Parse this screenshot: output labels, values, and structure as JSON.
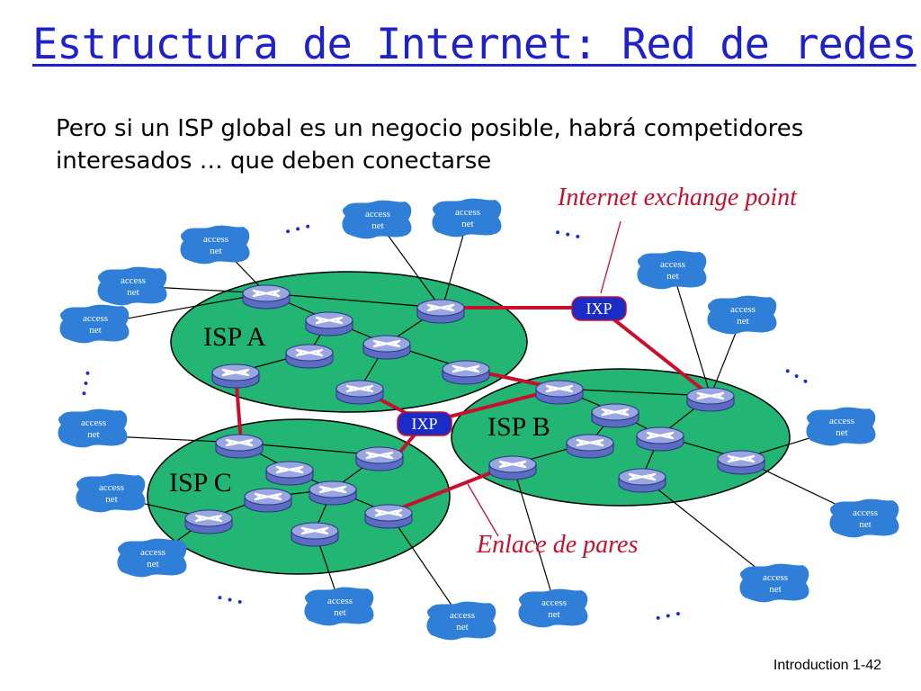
{
  "slide": {
    "title": "Estructura de Internet: Red de redes",
    "subtitle": "Pero si un ISP global es un negocio posible, habrá competidores interesados … que deben conectarse",
    "footer": "Introduction 1-42"
  },
  "diagram": {
    "isps": [
      {
        "id": "A",
        "label": "ISP A"
      },
      {
        "id": "B",
        "label": "ISP B"
      },
      {
        "id": "C",
        "label": "ISP C"
      }
    ],
    "ixp_label": "IXP",
    "access_net": {
      "line1": "access",
      "line2": "net"
    },
    "ellipsis": "…",
    "annotations": {
      "ixp": "Internet exchange point",
      "peering": "Enlace de pares"
    },
    "colors": {
      "isp_fill": "#22b573",
      "router": "#5c6cc0",
      "router_top": "#9aa6e2",
      "cloud": "#2f7fd8",
      "link": "#c8102e",
      "ixp": "#1a2bc8",
      "title": "#1f22c9",
      "annotation": "#c8102e"
    }
  }
}
